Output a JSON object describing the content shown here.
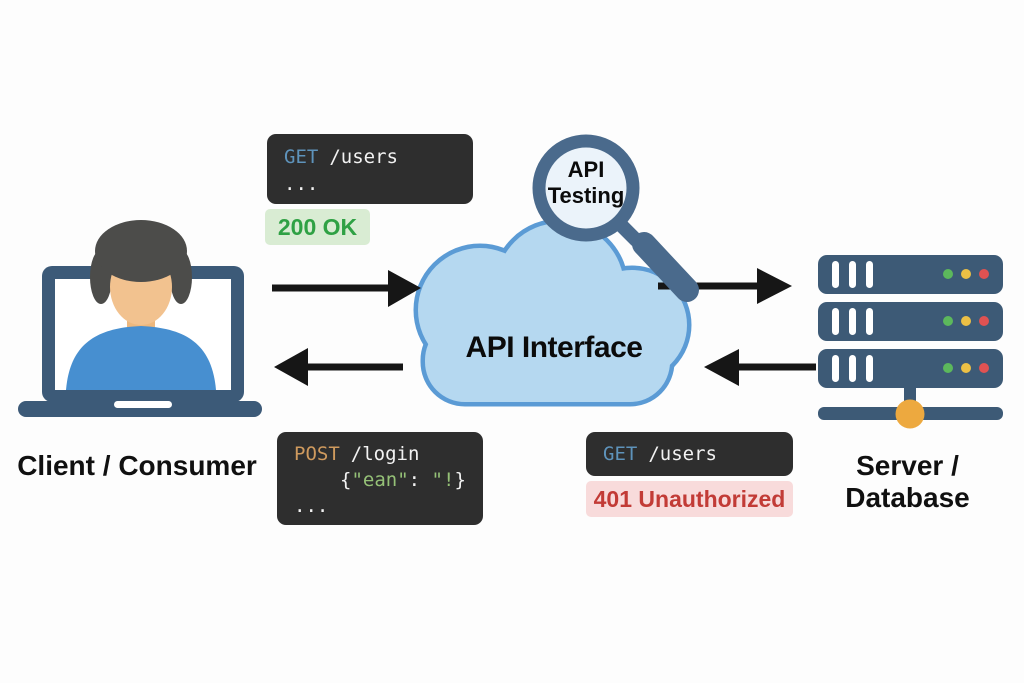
{
  "labels": {
    "client": "Client / Consumer",
    "server": "Server / Database",
    "cloud": "API Interface",
    "magnifier_top": "API",
    "magnifier_bottom": "Testing"
  },
  "request_top_left": {
    "method": "GET",
    "path": "/users",
    "ellipsis": "...",
    "status": "200 OK"
  },
  "request_bottom_left": {
    "method": "POST",
    "path": "/login",
    "body_open": "{",
    "body_key": "\"ean\"",
    "body_colon": ": ",
    "body_value": "\"!",
    "body_close": "}",
    "ellipsis": "..."
  },
  "request_bottom_right": {
    "method": "GET",
    "path": "/users",
    "status": "401 Unauthorized"
  },
  "colors": {
    "method_get": "#5e93bb",
    "method_post": "#cf9a5e",
    "string_green": "#95c177",
    "code_bg": "#2e2e2e",
    "status_ok_bg": "#d9ecd3",
    "status_ok_text": "#2fa144",
    "status_err_bg": "#f8dbdb",
    "status_err_text": "#c23b36",
    "slate_dark": "#3c5a78",
    "cloud_fill": "#b5d8f0",
    "cloud_border": "#5b9bd5",
    "magnifier_ring": "#4a6a8c",
    "arrow_black": "#161616",
    "shirt_blue": "#478fd0",
    "skin": "#f2c28f",
    "hair": "#4c4c4a",
    "led_green": "#5cb85c",
    "led_yellow": "#ecc045",
    "led_red": "#e05252",
    "node_orange": "#eda93f"
  }
}
